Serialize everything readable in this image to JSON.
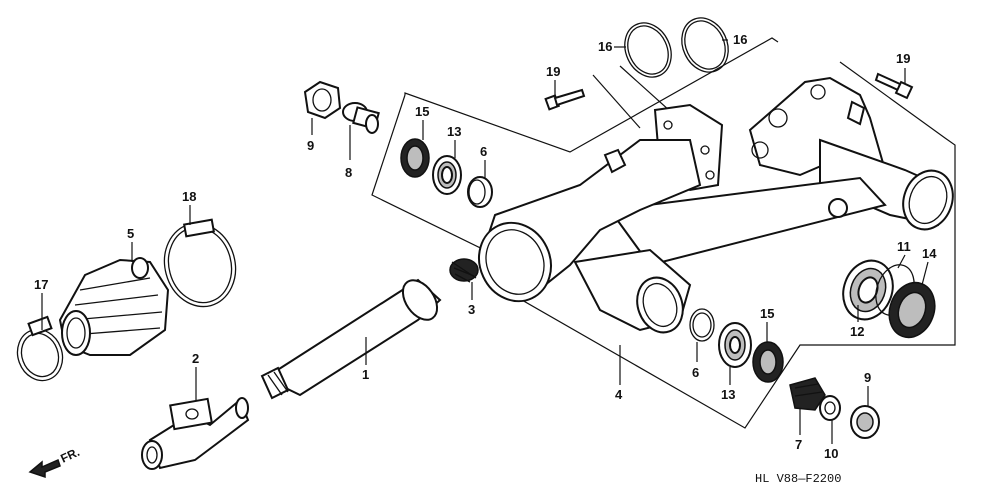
{
  "diagram": {
    "drawing_code": "HL V88—F2200",
    "front_marker": "FR.",
    "callouts": {
      "c1": "1",
      "c2": "2",
      "c3": "3",
      "c4": "4",
      "c5": "5",
      "c6a": "6",
      "c6b": "6",
      "c7": "7",
      "c8": "8",
      "c9a": "9",
      "c9b": "9",
      "c10": "10",
      "c11": "11",
      "c12": "12",
      "c13a": "13",
      "c13b": "13",
      "c14": "14",
      "c15a": "15",
      "c15b": "15",
      "c16a": "16",
      "c16b": "16",
      "c17": "17",
      "c18": "18",
      "c19a": "19",
      "c19b": "19"
    }
  }
}
